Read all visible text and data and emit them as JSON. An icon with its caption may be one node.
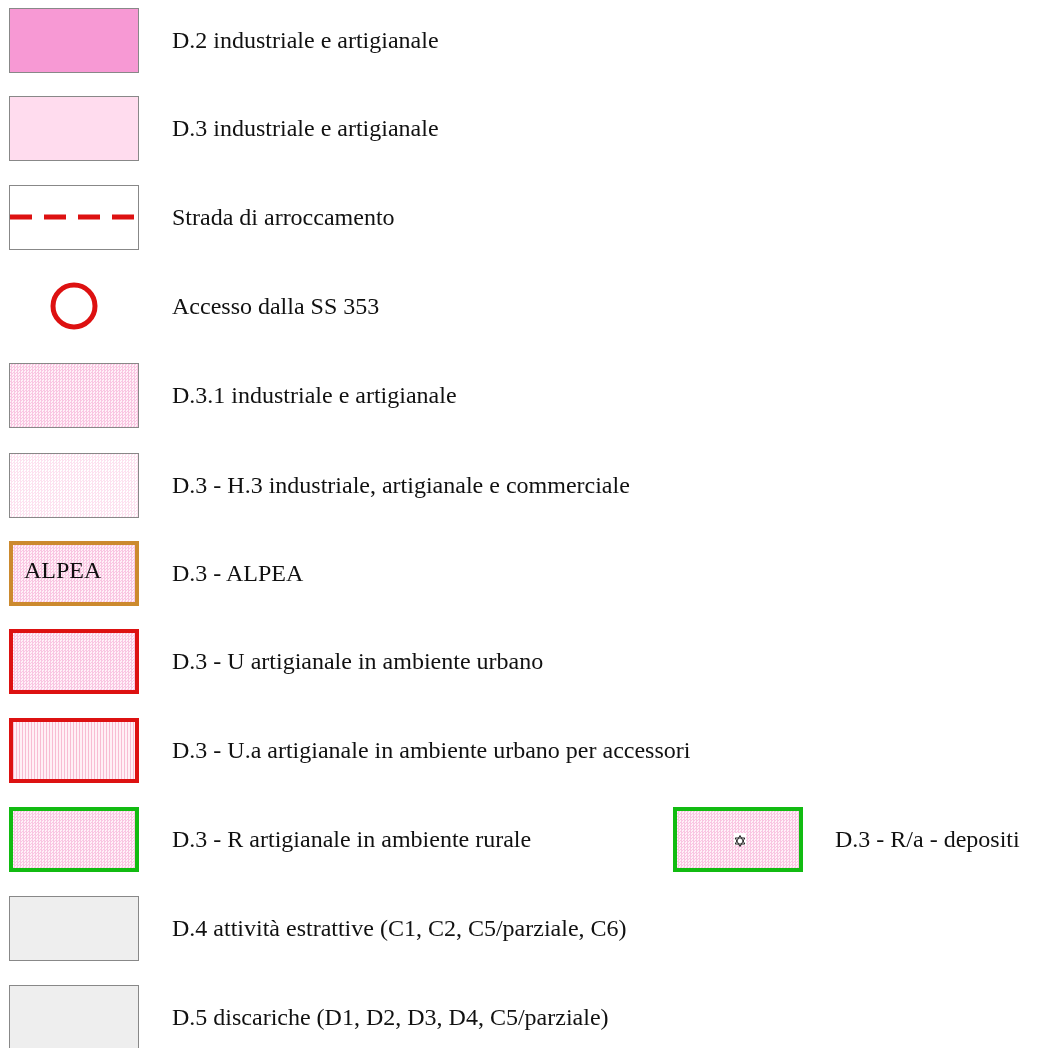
{
  "diagram": {
    "labels": [
      "ALPEA"
    ],
    "legend": [
      {
        "text": "D.2 industriale e artigianale",
        "color": "#f799d4"
      },
      {
        "text": "D.3 industriale e artigianale",
        "color": "#ffdcee"
      },
      {
        "text": "Strada di arroccamento"
      },
      {
        "text": "Accesso dalla SS 353"
      },
      {
        "text": "D.3.1 industriale e artigianale"
      },
      {
        "text": "D.3 - H.3 industriale, artigianale e commerciale"
      },
      {
        "text": "D.3 - ALPEA"
      },
      {
        "text": "D.3 - U artigianale in ambiente urbano"
      },
      {
        "text": "D.3 - U.a artigianale in ambiente urbano per accessori"
      },
      {
        "text": "D.3 - R artigianale in ambiente rurale"
      },
      {
        "text": "D.3 - R/a - depositi"
      },
      {
        "text": "D.4 attività estrattive (C1, C2, C5/parziale, C6)",
        "color": "#eeeeee"
      },
      {
        "text": "D.5 discariche (D1, D2, D3, D4, C5/parziale)",
        "color": "#eeeeee"
      }
    ]
  }
}
